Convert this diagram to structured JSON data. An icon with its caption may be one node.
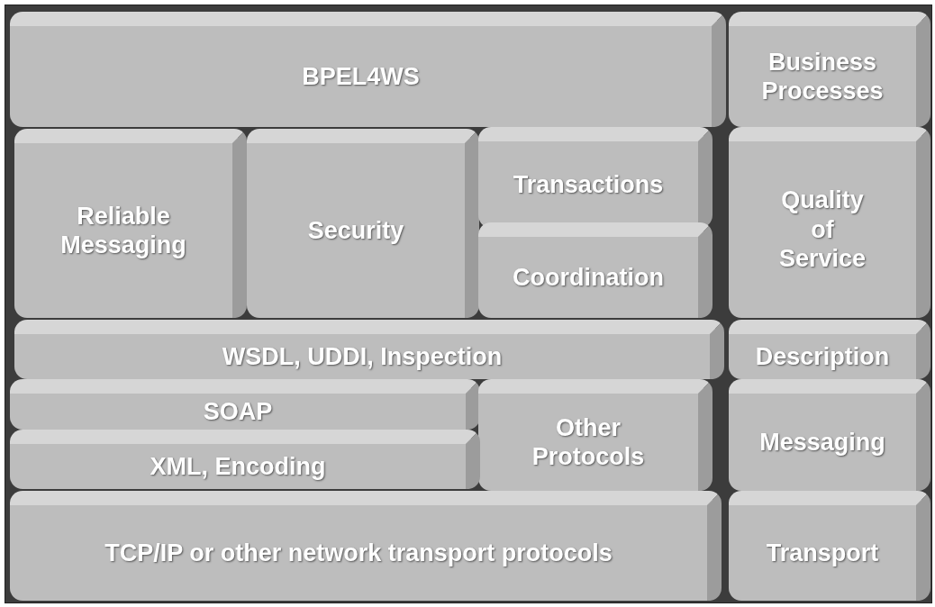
{
  "diagram": {
    "nodes": [
      {
        "text": [
          "BPEL4WS"
        ]
      },
      {
        "text": [
          "Business Processes"
        ]
      },
      {
        "text": [
          "Reliable Messaging"
        ]
      },
      {
        "text": [
          "Security"
        ]
      },
      {
        "text": [
          "Transactions"
        ]
      },
      {
        "text": [
          "Coordination"
        ]
      },
      {
        "text": [
          "Quality of Service"
        ]
      },
      {
        "text": [
          "WSDL, UDDI, Inspection"
        ]
      },
      {
        "text": [
          "Description"
        ]
      },
      {
        "text": [
          "SOAP"
        ]
      },
      {
        "text": [
          "Other Protocols"
        ]
      },
      {
        "text": [
          "Messaging"
        ]
      },
      {
        "text": [
          "XML, Encoding"
        ]
      },
      {
        "text": [
          "TCP/IP or other network transport protocols"
        ]
      },
      {
        "text": [
          "Transport"
        ]
      }
    ]
  }
}
